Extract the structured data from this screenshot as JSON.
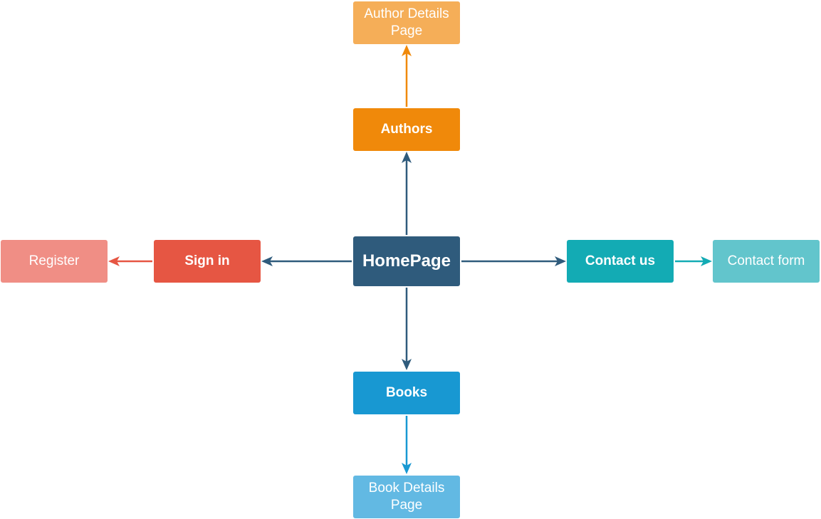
{
  "nodes": {
    "home": {
      "label": "HomePage",
      "color": "#2f5b7c"
    },
    "authors": {
      "label": "Authors",
      "color": "#f0890a"
    },
    "author_details": {
      "label": "Author Details Page",
      "color": "#f5ae58"
    },
    "sign_in": {
      "label": "Sign in",
      "color": "#e65643"
    },
    "register": {
      "label": "Register",
      "color": "#f08e85"
    },
    "contact_us": {
      "label": "Contact us",
      "color": "#13abb4"
    },
    "contact_form": {
      "label": "Contact form",
      "color": "#62c5cc"
    },
    "books": {
      "label": "Books",
      "color": "#1898d2"
    },
    "book_details": {
      "label": "Book Details Page",
      "color": "#62b9e3"
    }
  },
  "edges": [
    {
      "from": "home",
      "to": "authors",
      "color": "#2f5b7c"
    },
    {
      "from": "authors",
      "to": "author_details",
      "color": "#f0890a"
    },
    {
      "from": "home",
      "to": "sign_in",
      "color": "#2f5b7c"
    },
    {
      "from": "sign_in",
      "to": "register",
      "color": "#e65643"
    },
    {
      "from": "home",
      "to": "contact_us",
      "color": "#2f5b7c"
    },
    {
      "from": "contact_us",
      "to": "contact_form",
      "color": "#13abb4"
    },
    {
      "from": "home",
      "to": "books",
      "color": "#2f5b7c"
    },
    {
      "from": "books",
      "to": "book_details",
      "color": "#1898d2"
    }
  ]
}
